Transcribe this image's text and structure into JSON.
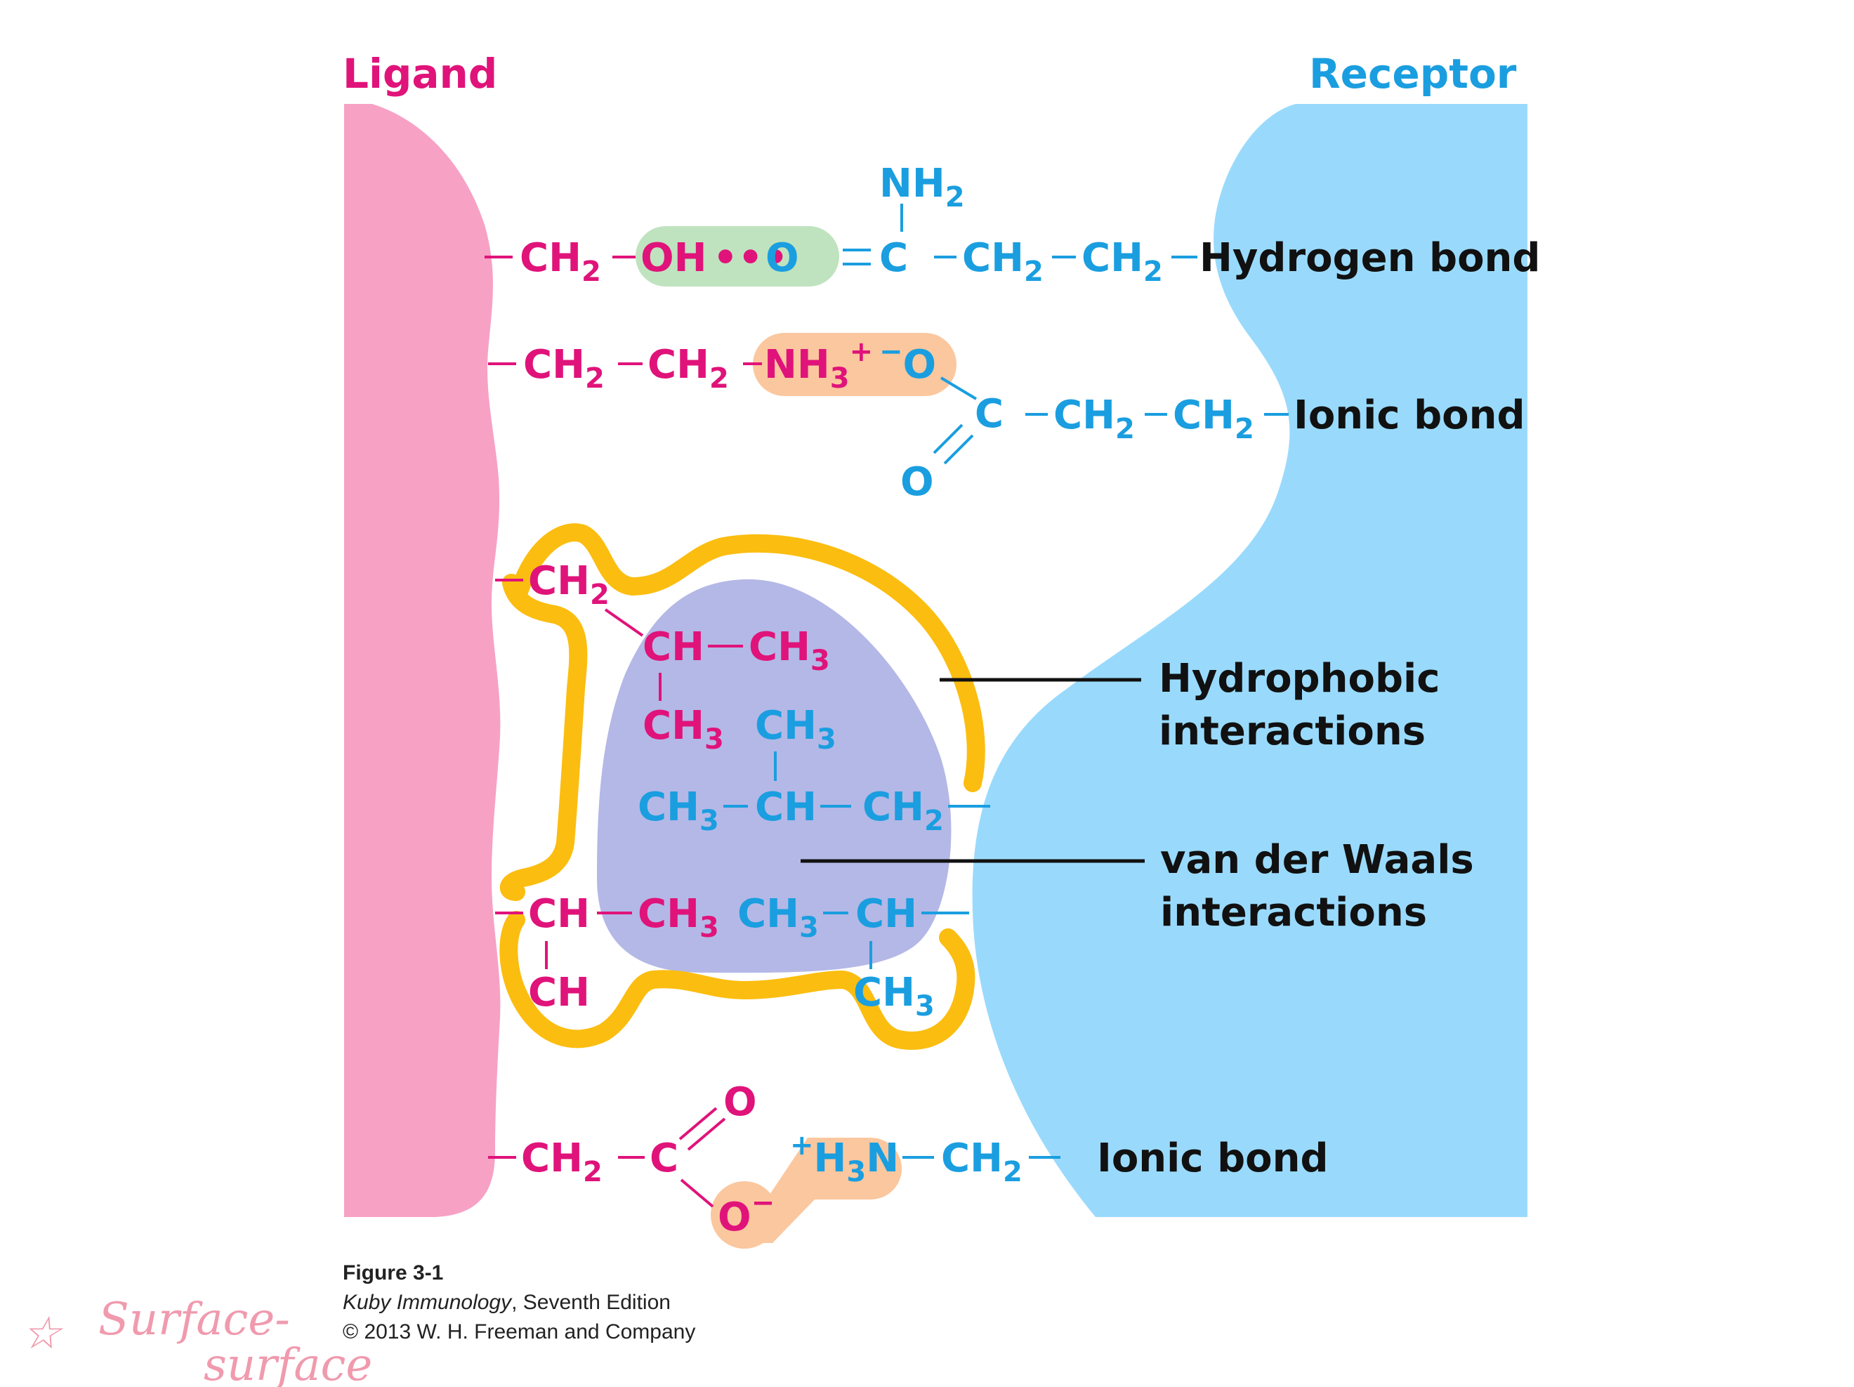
{
  "colors": {
    "ligand": "#f7a1c5",
    "receptor": "#99dafc",
    "ligand_text": "#e0137a",
    "receptor_text": "#1a9ee0",
    "hbond_bg": "#bfe3bf",
    "ionic_bg": "#fbc79e",
    "hydrophobic_ring": "#fbbd10",
    "vdw_blob": "#b4b8e6",
    "label_text": "#111111",
    "handwriting": "#f09aae"
  },
  "headers": {
    "ligand": "Ligand",
    "receptor": "Receptor"
  },
  "chem": {
    "ch": "CH",
    "c": "C",
    "o": "O",
    "oh": "OH",
    "nh": "NH",
    "n": "N",
    "h": "H",
    "two": "2",
    "three": "3",
    "plus": "+",
    "minus": "−",
    "dots": "•••"
  },
  "labels": {
    "hydrogen_bond": "Hydrogen bond",
    "ionic_bond_top": "Ionic bond",
    "hydrophobic_line1": "Hydrophobic",
    "hydrophobic_line2": "interactions",
    "vdw_line1": "van der Waals",
    "vdw_line2": "interactions",
    "ionic_bond_bottom": "Ionic bond"
  },
  "caption": {
    "figure": "Figure 3-1",
    "book_title": "Kuby Immunology",
    "edition": ", Seventh Edition",
    "copyright": "© 2013 W. H. Freeman and Company"
  },
  "handwriting": {
    "star": "☆",
    "line1": "Surface-",
    "line2": "surface"
  }
}
